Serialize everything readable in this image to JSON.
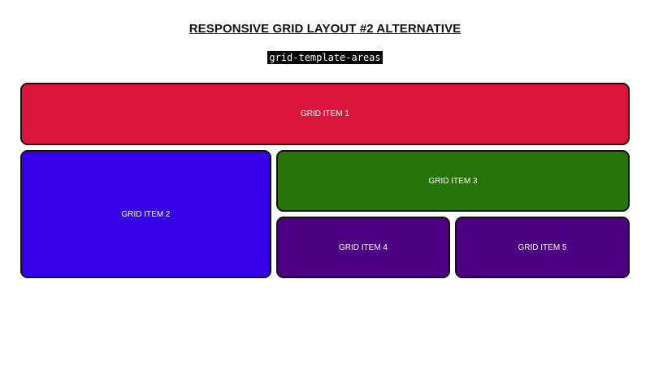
{
  "header": {
    "title": "RESPONSIVE GRID LAYOUT #2 ALTERNATIVE",
    "subtitle_code": "grid-template-areas"
  },
  "grid": {
    "items": [
      {
        "label": "GRID ITEM 1",
        "color": "#dc143c"
      },
      {
        "label": "GRID ITEM 2",
        "color": "#3600e6"
      },
      {
        "label": "GRID ITEM 3",
        "color": "#27740a"
      },
      {
        "label": "GRID ITEM 4",
        "color": "#4b0082"
      },
      {
        "label": "GRID ITEM 5",
        "color": "#4b0082"
      }
    ]
  }
}
